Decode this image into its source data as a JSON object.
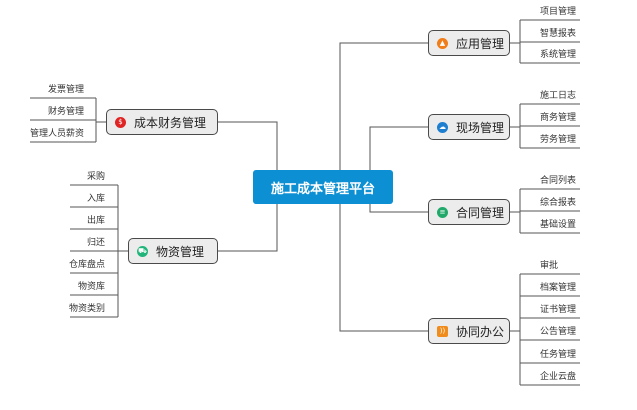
{
  "root": {
    "label": "施工成本管理平台"
  },
  "branches": {
    "app": {
      "label": "应用管理",
      "icon": "rocket-icon",
      "color": "#f07d19",
      "children": [
        "项目管理",
        "智慧报表",
        "系统管理"
      ]
    },
    "site": {
      "label": "现场管理",
      "icon": "cloud-icon",
      "color": "#1e7fd0",
      "children": [
        "施工日志",
        "商务管理",
        "劳务管理"
      ]
    },
    "contract": {
      "label": "合同管理",
      "icon": "list-icon",
      "color": "#21a96a",
      "children": [
        "合同列表",
        "综合报表",
        "基础设置"
      ]
    },
    "collab": {
      "label": "协同办公",
      "icon": "rss-icon",
      "color": "#ef8c1c",
      "children": [
        "审批",
        "档案管理",
        "证书管理",
        "公告管理",
        "任务管理",
        "企业云盘"
      ]
    },
    "finance": {
      "label": "成本财务管理",
      "icon": "dollar-icon",
      "color": "#e02424",
      "children": [
        "发票管理",
        "财务管理",
        "管理人员薪资"
      ]
    },
    "material": {
      "label": "物资管理",
      "icon": "cart-icon",
      "color": "#21b57a",
      "children": [
        "采购",
        "入库",
        "出库",
        "归还",
        "仓库盘点",
        "物资库",
        "物资类别"
      ]
    }
  }
}
